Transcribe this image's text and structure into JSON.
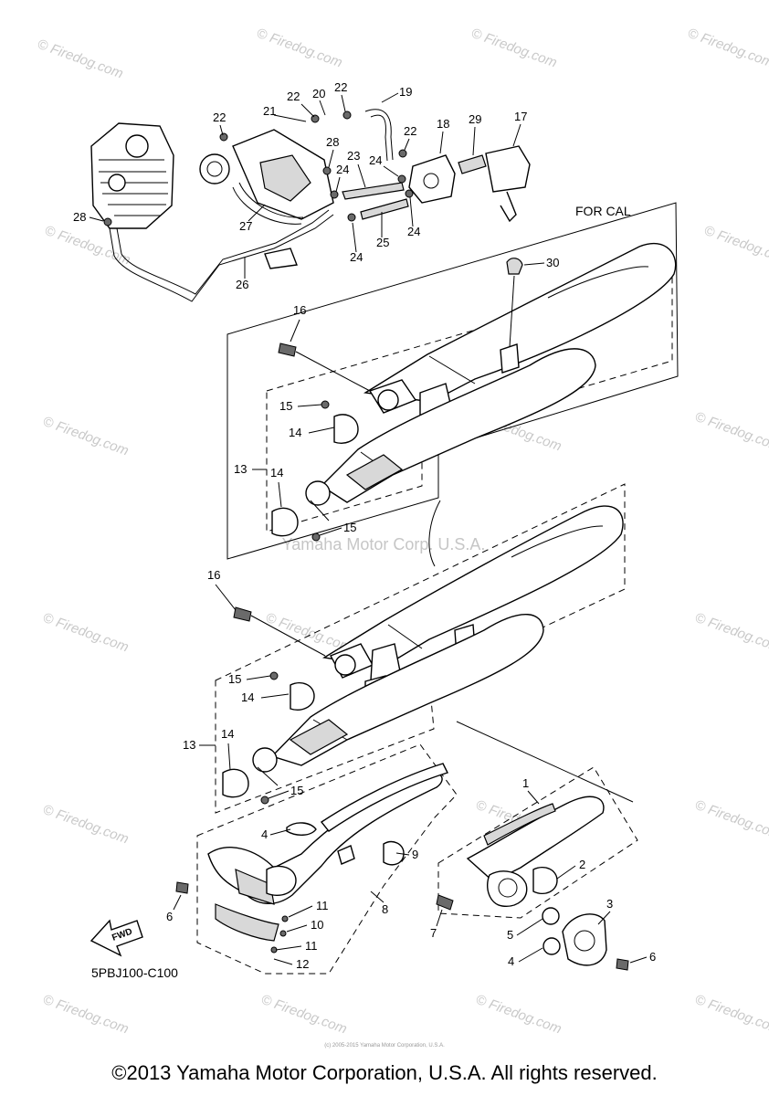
{
  "diagram": {
    "code": "5PBJ100-C100",
    "region_label": "FOR CAL",
    "center_watermark": "Yamaha Motor Corp. U.S.A.",
    "watermark_text": "© Firedog.com",
    "fwd_label": "FWD",
    "callouts": {
      "c1": "1",
      "c2": "2",
      "c3": "3",
      "c4a": "4",
      "c4b": "4",
      "c5": "5",
      "c6a": "6",
      "c6b": "6",
      "c7": "7",
      "c8": "8",
      "c9": "9",
      "c10": "10",
      "c11a": "11",
      "c11b": "11",
      "c12": "12",
      "c13a": "13",
      "c13b": "13",
      "c14a": "14",
      "c14b": "14",
      "c14c": "14",
      "c14d": "14",
      "c15a": "15",
      "c15b": "15",
      "c15c": "15",
      "c15d": "15",
      "c16a": "16",
      "c16b": "16",
      "c17": "17",
      "c18": "18",
      "c19": "19",
      "c20": "20",
      "c21": "21",
      "c22a": "22",
      "c22b": "22",
      "c22c": "22",
      "c22d": "22",
      "c23": "23",
      "c24a": "24",
      "c24b": "24",
      "c24c": "24",
      "c24d": "24",
      "c25": "25",
      "c26": "26",
      "c27": "27",
      "c28a": "28",
      "c28b": "28",
      "c29": "29",
      "c30": "30"
    }
  },
  "footer": {
    "fine_print": "(c) 2005-2015 Yamaha Motor Corporation, U.S.A.",
    "copyright": "©2013 Yamaha Motor Corporation, U.S.A. All rights reserved."
  }
}
